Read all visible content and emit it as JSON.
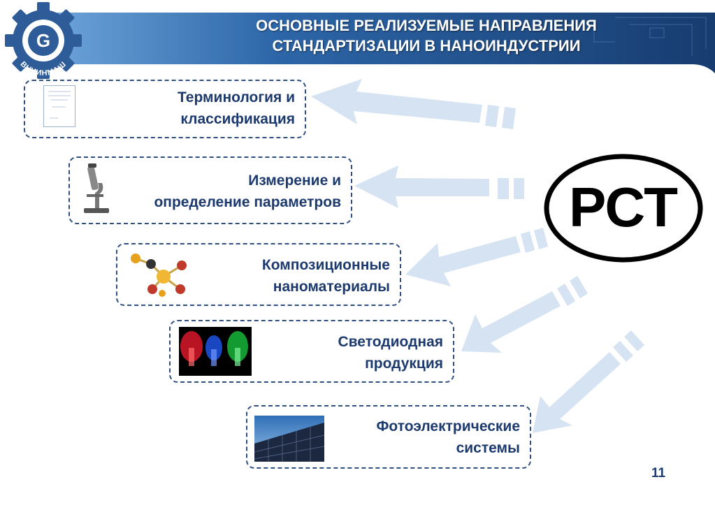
{
  "header": {
    "title_line1": "ОСНОВНЫЕ РЕАЛИЗУЕМЫЕ НАПРАВЛЕНИЯ",
    "title_line2": "СТАНДАРТИЗАЦИИ В НАНОИНДУСТРИИ",
    "logo_text": "ВНИИНМАШ",
    "logo_letter": "G"
  },
  "cards": [
    {
      "line1": "Терминология и",
      "line2": "классификация",
      "icon": "document-icon"
    },
    {
      "line1": "Измерение и",
      "line2": "определение параметров",
      "icon": "microscope-icon"
    },
    {
      "line1": "Композиционные",
      "line2": "наноматериалы",
      "icon": "molecule-icon"
    },
    {
      "line1": "Светодиодная",
      "line2": "продукция",
      "icon": "led-icon"
    },
    {
      "line1": "Фотоэлектрические",
      "line2": "системы",
      "icon": "solar-panel-icon"
    }
  ],
  "gost_mark": "РСТ",
  "page_number": "11",
  "colors": {
    "header_dark": "#1a3f73",
    "header_light": "#4a86c4",
    "card_border": "#2f4f82",
    "card_text": "#1d3a6e",
    "arrow": "#d5e3f2"
  }
}
